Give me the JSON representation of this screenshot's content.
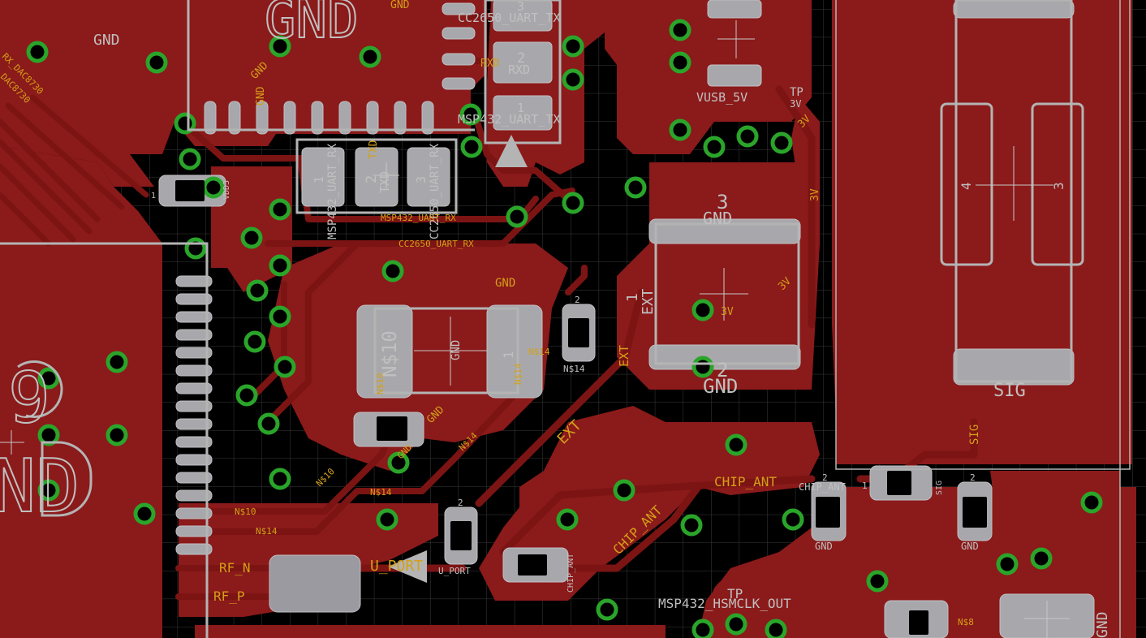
{
  "view": {
    "tool": "PCB board editor",
    "grid": "on",
    "colors": {
      "background": "#000000",
      "copper_top": "#8b1a1a",
      "trace": "#7c1414",
      "via": "#2aa52a",
      "silkscreen": "#b4b4b4",
      "name_text": "#c0c0c0",
      "net_text": "#d4a017",
      "grid": "#3a3a3a"
    }
  },
  "silkscreen": {
    "gnd_top_left": "GND",
    "gnd_big_top": "GND",
    "cc2650_uart_tx_top": "CC2650_UART_TX",
    "pin3_top": "3",
    "pin2_rxd": "2",
    "rxd_label": "RXD",
    "pin1_top": "1",
    "msp432_uart_tx": "MSP432_UART_TX",
    "vusb_5v": "VUSB_5V",
    "tp_3v_a": "TP",
    "tp_3v_b": "3V",
    "msp432_uart_rx": "MSP432_UART_RX",
    "cc2650_uart_rx": "CC2650_UART_RX",
    "txd_label": "TXD",
    "header_pin1": "1",
    "header_pin2": "2",
    "header_pin3": "3",
    "vdd3": "VDD3",
    "reg_pin3": "3",
    "reg_gnd_top": "GND",
    "reg_pin1": "1",
    "reg_ext": "EXT",
    "reg_pin2": "2",
    "reg_gnd_bottom": "GND",
    "reg_3v": "3V",
    "ant_pin4": "4",
    "ant_pin3": "3",
    "ant_sig": "SIG",
    "n10": "N$10",
    "pin1_mid": "1",
    "comp_gnd": "GND",
    "pin2_small": "2",
    "ns14_small": "N$14",
    "chip_ant_silk": "CHIP_ANT",
    "gnd_right_a": "GND",
    "gnd_right_b": "GND",
    "u_port_small": "U_PORT",
    "chip_ant_small": "CHIP_ANT",
    "msp432_hsmclk_out": "MSP432_HSMCLK_OUT",
    "tp_bottom": "TP",
    "big_9": "9",
    "big_nd": "ND",
    "gnd_bottom_right": "GND",
    "ns8": "N$8",
    "pin2_a": "2",
    "pin2_b": "2",
    "pin2_c": "2",
    "sig_small": "SIG",
    "pin1_c": "1"
  },
  "nets": {
    "gnd_a": "GND",
    "gnd_b": "GND",
    "gnd_c": "GND",
    "gnd_d": "GND",
    "gnd_e": "GND",
    "gnd_f": "GND",
    "rxd": "RXD",
    "txd": "TXD",
    "v3_a": "3V",
    "v3_b": "3V",
    "v3_c": "3V",
    "v3_d": "3V",
    "msp432_uart_rx": "MSP432_UART_RX",
    "cc2650_uart_rx": "CC2650_UART_RX",
    "ns14_a": "N$14",
    "ns14_b": "N$14",
    "ns14_c": "N$14",
    "ns14_d": "N$14",
    "ns14_e": "N$14",
    "ns10_a": "N$10",
    "ns10_b": "N$10",
    "ns10_c": "N$10",
    "ext_a": "EXT",
    "ext_b": "EXT",
    "chip_ant_a": "CHIP_ANT",
    "chip_ant_b": "CHIP_ANT",
    "sig": "SIG",
    "rf_n": "RF_N",
    "rf_p": "RF_P",
    "u_port": "U_PORT",
    "rx_dac": "RX_DAC8730",
    "dac": "DAC8730"
  }
}
